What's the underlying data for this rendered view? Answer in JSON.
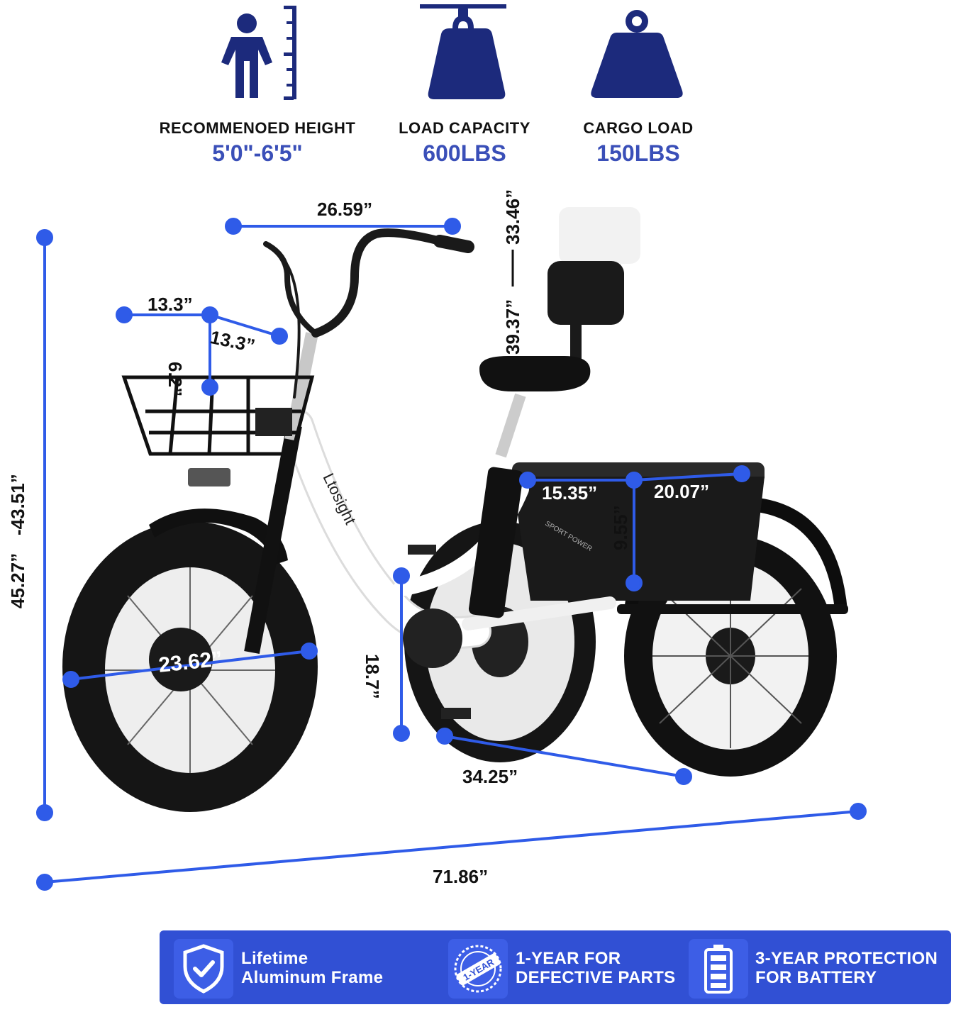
{
  "colors": {
    "accent": "#2f5be8",
    "navy": "#1c2a7c",
    "spec_value": "#3a4fb8",
    "banner": "#3150d4"
  },
  "specs": [
    {
      "icon": "person-height-icon",
      "label": "RECOMMENOED HEIGHT",
      "value": "5'0\"-6'5\""
    },
    {
      "icon": "load-weight-icon",
      "label": "LOAD CAPACITY",
      "value": "600LBS"
    },
    {
      "icon": "cargo-weight-icon",
      "label": "CARGO LOAD",
      "value": "150LBS"
    }
  ],
  "dimensions": {
    "handlebar_width": "26.59”",
    "seat_low": "39.37”",
    "seat_high": "33.46”",
    "basket_depth": "13.3”",
    "basket_width": "13.3”",
    "basket_height": "6.2”",
    "overall_height_low": "45.27”",
    "overall_height_high": "-43.51”",
    "wheel_diameter": "23.62”",
    "pedal_height": "18.7”",
    "cargo_length": "15.35”",
    "cargo_width": "20.07”",
    "cargo_height": "9.55”",
    "wheelbase": "34.25”",
    "overall_length": "71.86”"
  },
  "bike": {
    "brand": "Ltosight",
    "decal": "SPORT POWER"
  },
  "guarantees": [
    {
      "icon": "shield-check-icon",
      "line1": "Lifetime",
      "line2": "Aluminum Frame"
    },
    {
      "icon": "one-year-stamp-icon",
      "line1": "1-YEAR FOR",
      "line2": "DEFECTIVE PARTS",
      "stamp": "1-YEAR"
    },
    {
      "icon": "battery-icon",
      "line1": "3-YEAR PROTECTION",
      "line2": "FOR BATTERY"
    }
  ]
}
